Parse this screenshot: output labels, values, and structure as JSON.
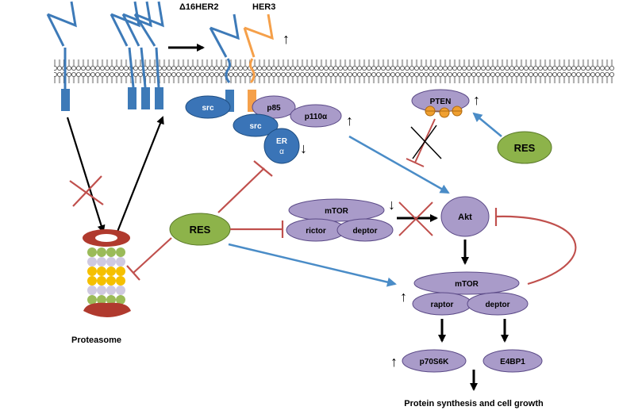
{
  "labels": {
    "delta16her2": "Δ16HER2",
    "her3": "HER3",
    "proteasome": "Proteasome",
    "output": "Protein synthesis and cell growth"
  },
  "nodes": {
    "src_1": "src",
    "p85": "p85",
    "p110": "p110α",
    "src_2": "src",
    "er_line1": "ER",
    "er_line2": "α",
    "pten": "PTEN",
    "res_right": "RES",
    "res_center": "RES",
    "mtor_c2": "mTOR",
    "rictor": "rictor",
    "deptor_c2": "deptor",
    "akt": "Akt",
    "mtor_c1": "mTOR",
    "raptor": "raptor",
    "deptor_c1": "deptor",
    "p70s6k": "p70S6K",
    "e4bp1": "E4BP1"
  },
  "indicators": {
    "her3_arrow": "↑",
    "p110_arrow": "↑",
    "er_arrow": "↓",
    "pten_arrow": "↑",
    "mtor_c2_arrow": "↓",
    "mtor_c1_arrow": "↑",
    "p70s6k_arrow": "↑"
  },
  "colors": {
    "receptor_blue": "#3d7ab8",
    "her3_orange": "#f5a04a",
    "node_purple": "#a99bc9",
    "node_blue": "#3a74b7",
    "res_green": "#8db34a",
    "inhibit_red": "#c0504d",
    "activate_blue": "#4a8cc7"
  }
}
